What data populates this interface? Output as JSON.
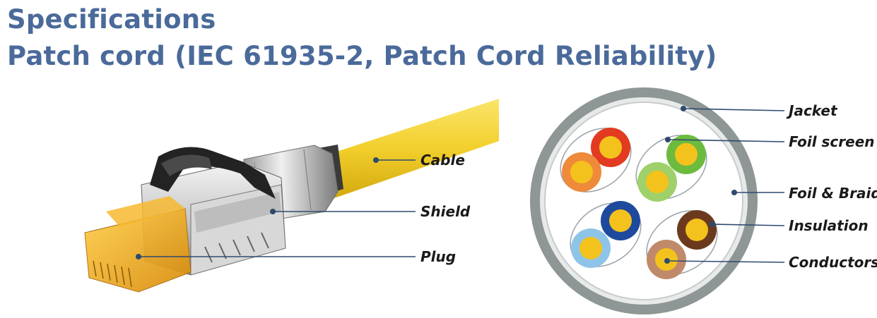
{
  "header": {
    "title_line1": "Specifications",
    "title_line2": "Patch cord (IEC 61935-2, Patch Cord Reliability)"
  },
  "plug_callouts": [
    "Cable",
    "Shield",
    "Plug"
  ],
  "cable_callouts": [
    "Jacket",
    "Foil screen",
    "Foil & Braid",
    "Insulation",
    "Conductors"
  ],
  "colors": {
    "title": "#4a6a9a",
    "leader": "#2e4a6e",
    "cable_yellow": "#f4d33a",
    "jacket": "#8e9696",
    "conductor": "#f4c21c"
  },
  "pairs": [
    {
      "wire_a": "#e23b22",
      "wire_b": "#ee8a3a"
    },
    {
      "wire_a": "#6cbb3e",
      "wire_b": "#9fd06a"
    },
    {
      "wire_a": "#1e4a9e",
      "wire_b": "#8ec4e8"
    },
    {
      "wire_a": "#6b3a1e",
      "wire_b": "#c08a6a"
    }
  ]
}
